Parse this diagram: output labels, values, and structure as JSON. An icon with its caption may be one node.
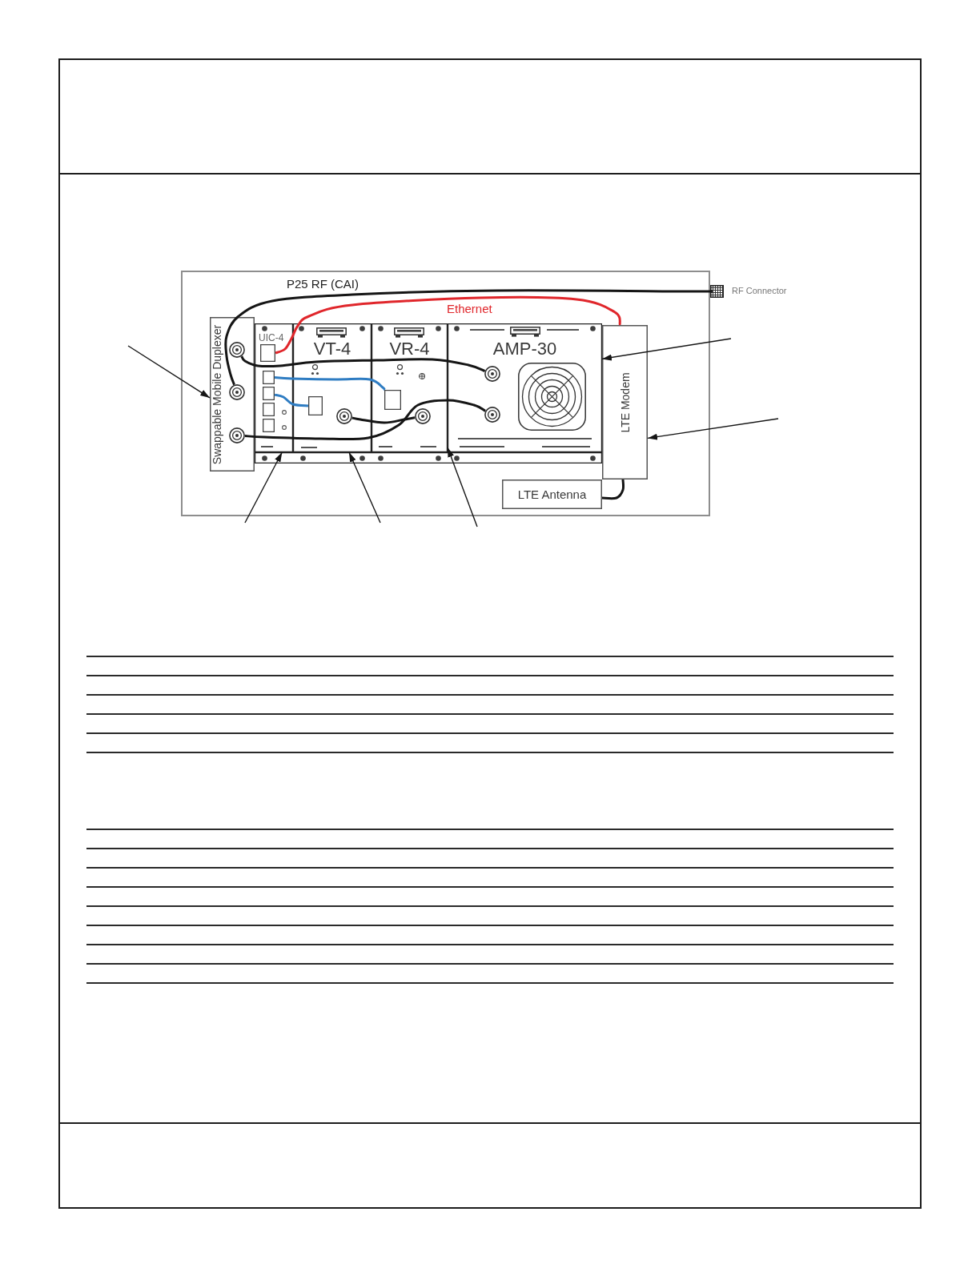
{
  "diagram": {
    "nodes": [
      {
        "text": [],
        "shape": "box"
      },
      {
        "text": [],
        "shape": "box",
        "beside": [
          "RF Connector"
        ]
      },
      {
        "text": [
          "Swappable Mobile Duplexer"
        ],
        "in": 0
      },
      {
        "text": [
          "UIC-4"
        ],
        "in": 0
      },
      {
        "text": [
          "VT-4"
        ],
        "in": 0
      },
      {
        "text": [
          "VR-4"
        ],
        "in": 0
      },
      {
        "text": [
          "AMP-30"
        ],
        "in": 0
      },
      {
        "text": [
          "LTE Modem"
        ],
        "in": 0
      },
      {
        "text": [
          "LTE Antenna"
        ],
        "in": 0
      },
      {
        "text": [],
        "shape": "circle",
        "in": 2
      },
      {
        "text": [],
        "shape": "circle",
        "in": 2
      },
      {
        "text": [],
        "shape": "circle",
        "in": 2
      },
      {
        "text": [],
        "shape": "box",
        "in": 3
      },
      {
        "text": [],
        "shape": "box",
        "in": 3
      },
      {
        "text": [],
        "shape": "box",
        "in": 3
      },
      {
        "text": [],
        "shape": "box",
        "in": 3
      },
      {
        "text": [],
        "shape": "box",
        "in": 3
      },
      {
        "text": [],
        "shape": "box",
        "in": 4
      },
      {
        "text": [],
        "shape": "circle",
        "in": 4
      },
      {
        "text": [],
        "shape": "box",
        "in": 5
      },
      {
        "text": [],
        "shape": "circle",
        "in": 5
      },
      {
        "text": [],
        "shape": "circle",
        "in": 6
      },
      {
        "text": [],
        "shape": "circle",
        "in": 6
      }
    ],
    "edges": [
      {
        "from": 1,
        "to": 10,
        "arrow": "none",
        "label": "P25 RF (CAI)"
      },
      {
        "from": 12,
        "to": 7,
        "arrow": "none",
        "label": "Ethernet",
        "color": "#e0262b"
      },
      {
        "from": 13,
        "to": 19,
        "arrow": "none",
        "color": "#2e7cc2"
      },
      {
        "from": 14,
        "to": 17,
        "arrow": "none",
        "color": "#2e7cc2"
      },
      {
        "from": 9,
        "to": 21,
        "arrow": "none"
      },
      {
        "from": 18,
        "to": 20,
        "arrow": "none"
      },
      {
        "from": 11,
        "to": 22,
        "arrow": "none"
      },
      {
        "from": 7,
        "to": 8,
        "arrow": "none"
      },
      {
        "from": null,
        "to": 2,
        "arrow": "to"
      },
      {
        "from": null,
        "to": 3,
        "arrow": "to"
      },
      {
        "from": null,
        "to": 4,
        "arrow": "to"
      },
      {
        "from": null,
        "to": 5,
        "arrow": "to"
      },
      {
        "from": null,
        "to": 6,
        "arrow": "to"
      },
      {
        "from": null,
        "to": 7,
        "arrow": "to"
      }
    ]
  }
}
